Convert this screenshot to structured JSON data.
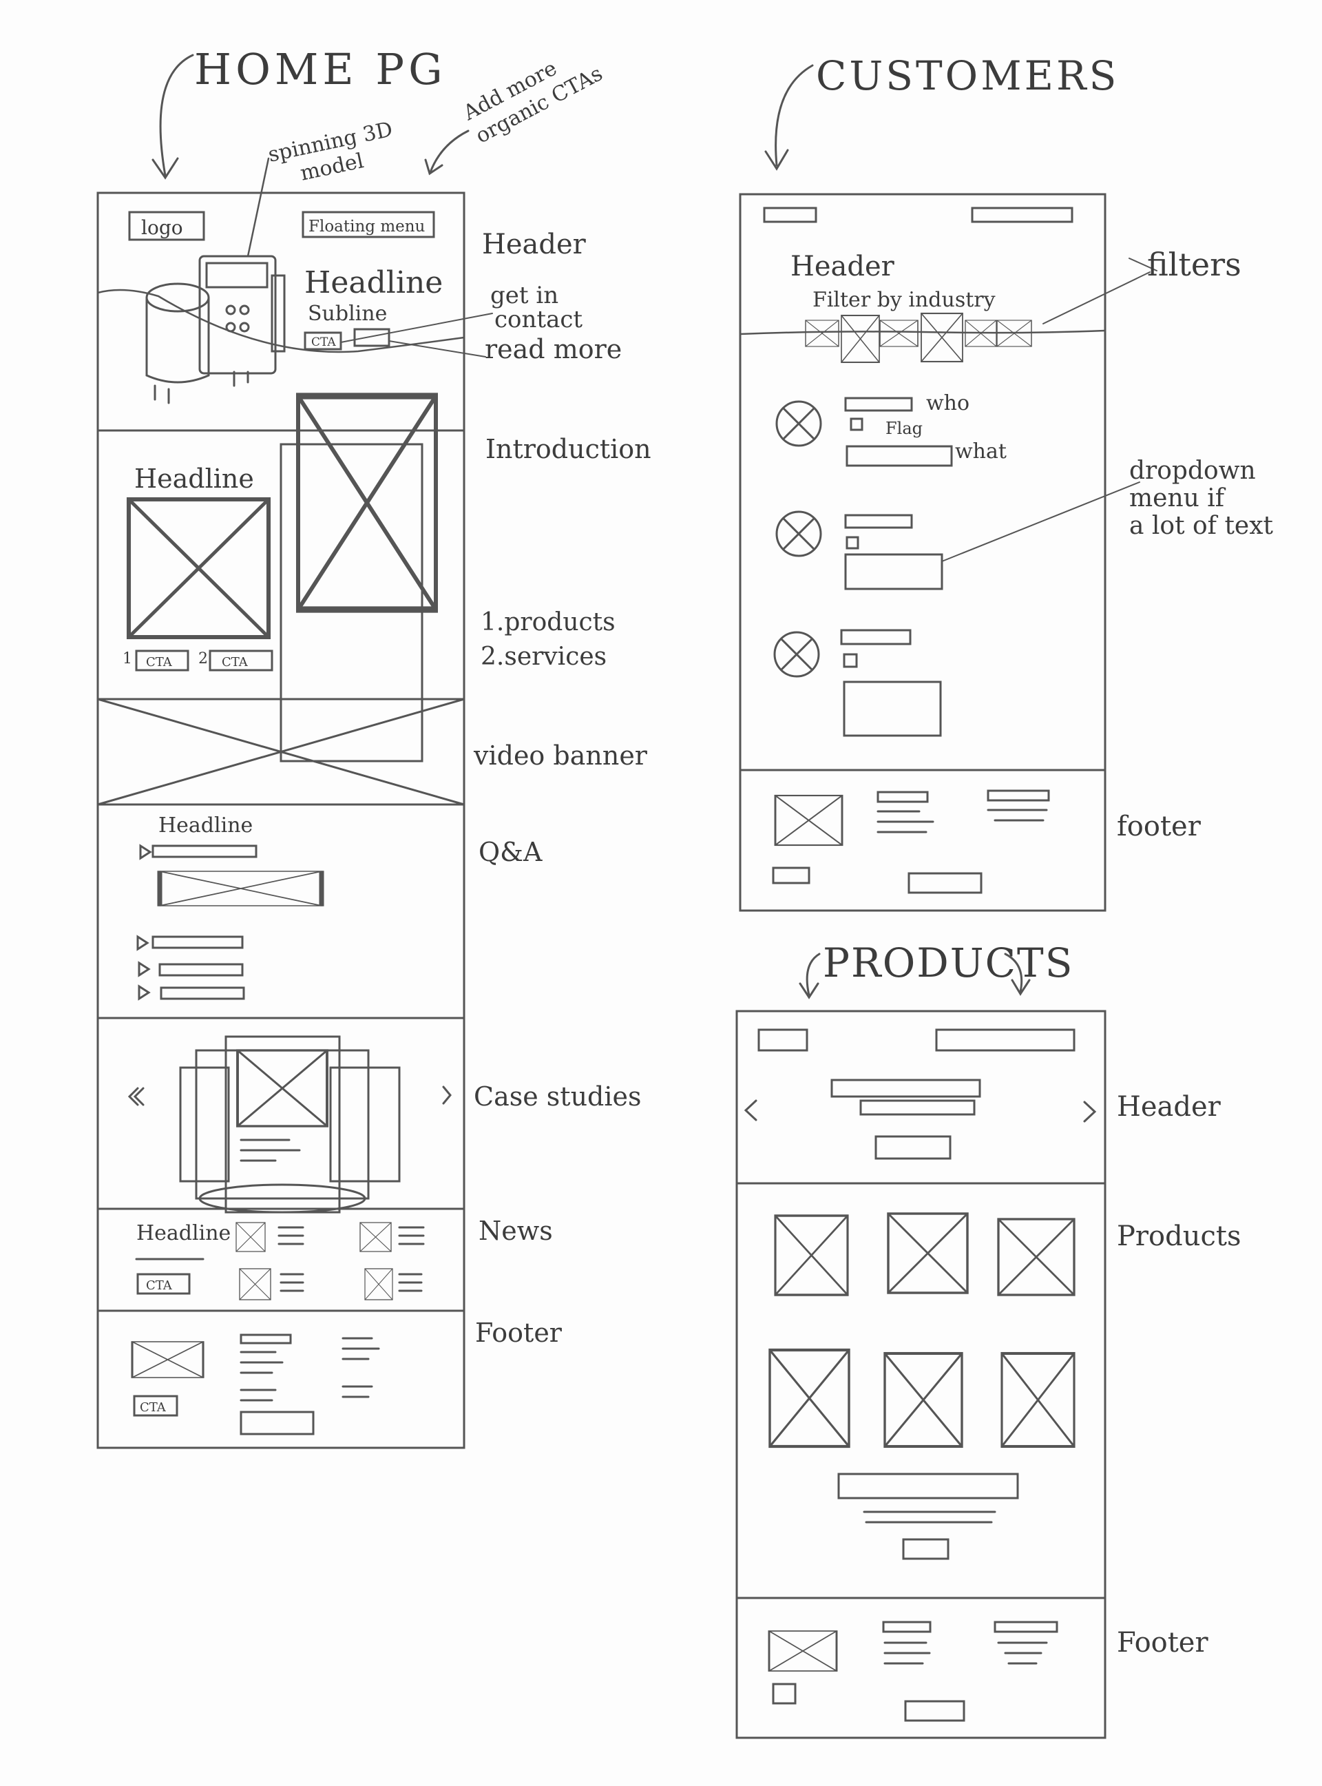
{
  "home": {
    "title": "HOME PG",
    "note_spinning": [
      "spinning 3D",
      "model"
    ],
    "note_ctas": [
      "Add more",
      "organic CTAs"
    ],
    "logo": "logo",
    "floating_menu": "Floating menu",
    "headline": "Headline",
    "subline": "Subline",
    "cta": "CTA",
    "intro_headline": "Headline",
    "cta_num_1": "1",
    "cta_num_2": "2",
    "qa_headline": "Headline",
    "news_headline": "Headline",
    "labels": {
      "header": "Header",
      "get_in_contact": [
        "get in",
        "contact"
      ],
      "read_more": "read more",
      "introduction": "Introduction",
      "products_services": [
        "1.products",
        "2.services"
      ],
      "video_banner": "video banner",
      "qa": "Q&A",
      "case_studies": "Case studies",
      "news": "News",
      "footer": "Footer"
    }
  },
  "customers": {
    "title": "CUSTOMERS",
    "header": "Header",
    "filter_by": "Filter by industry",
    "who": "who",
    "flag": "Flag",
    "what": "what",
    "labels": {
      "filters": "filters",
      "dropdown": [
        "dropdown",
        "menu if",
        "a lot of text"
      ],
      "footer": "footer"
    }
  },
  "products": {
    "title": "PRODUCTS",
    "labels": {
      "header": "Header",
      "products": "Products",
      "footer": "Footer"
    }
  }
}
